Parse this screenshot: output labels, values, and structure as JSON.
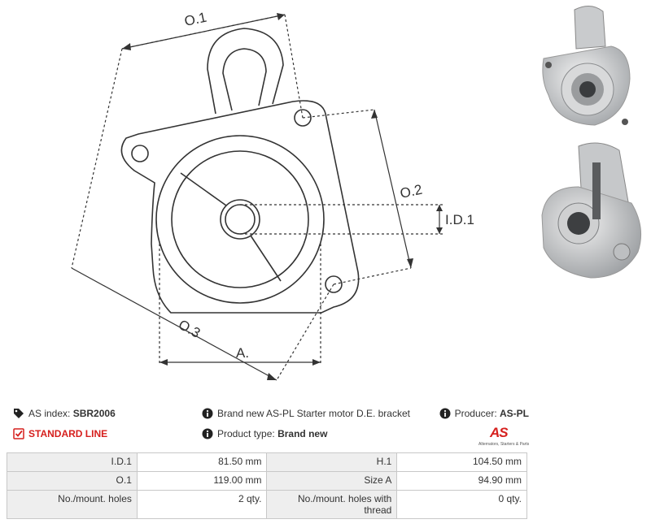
{
  "drawing": {
    "labels": {
      "o1": "O.1",
      "o2": "O.2",
      "o3": "O.3",
      "id1": "I.D.1",
      "a": "A."
    }
  },
  "photos": {
    "top": "bracket-photo-front",
    "bottom": "bracket-photo-side"
  },
  "info": {
    "as_index_label": "AS index:",
    "as_index_value": "SBR2006",
    "description": "Brand new AS-PL Starter motor D.E. bracket",
    "producer_label": "Producer:",
    "producer_value": "AS-PL",
    "line_label": "STANDARD LINE",
    "product_type_label": "Product type:",
    "product_type_value": "Brand new",
    "logo_text": "AS",
    "logo_tagline": "Alternators, Starters & Parts"
  },
  "specs": [
    {
      "label1": "I.D.1",
      "value1": "81.50 mm",
      "label2": "H.1",
      "value2": "104.50 mm"
    },
    {
      "label1": "O.1",
      "value1": "119.00 mm",
      "label2": "Size A",
      "value2": "94.90 mm"
    },
    {
      "label1": "No./mount. holes",
      "value1": "2 qty.",
      "label2": "No./mount. holes with thread",
      "value2": "0 qty."
    }
  ],
  "colors": {
    "accent": "#d6201e",
    "line": "#333333",
    "table_label_bg": "#eeeeee",
    "table_border": "#c8c8c8"
  }
}
